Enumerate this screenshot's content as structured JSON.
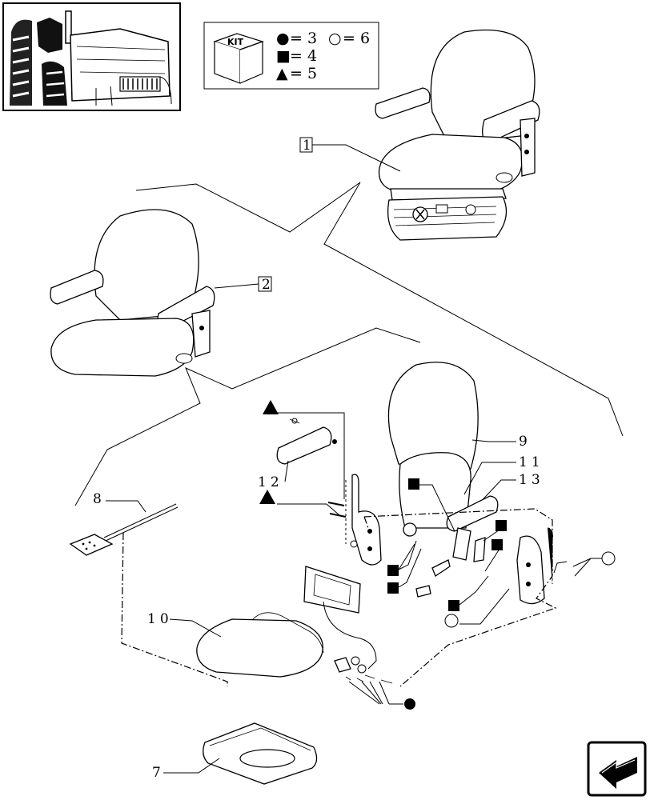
{
  "legend": {
    "kit_label": "KIT",
    "circle_filled": "●",
    "circle_open": "○",
    "square": "■",
    "triangle": "▲",
    "circle_filled_count": "= 3",
    "circle_open_count": "= 6",
    "square_count": "= 4",
    "triangle_count": "= 5"
  },
  "callouts": {
    "c1": "1",
    "c2": "2",
    "c7": "7",
    "c8": "8",
    "c9": "9",
    "c10": "10",
    "c11": "11",
    "c12": "12",
    "c13": "13"
  },
  "icons": {
    "thumbnail": "tractor-thumbnail-icon",
    "kit_box": "kit-box-icon",
    "nav_arrow": "navigation-arrow-icon"
  },
  "colors": {
    "ink": "#000000",
    "paper": "#ffffff"
  }
}
